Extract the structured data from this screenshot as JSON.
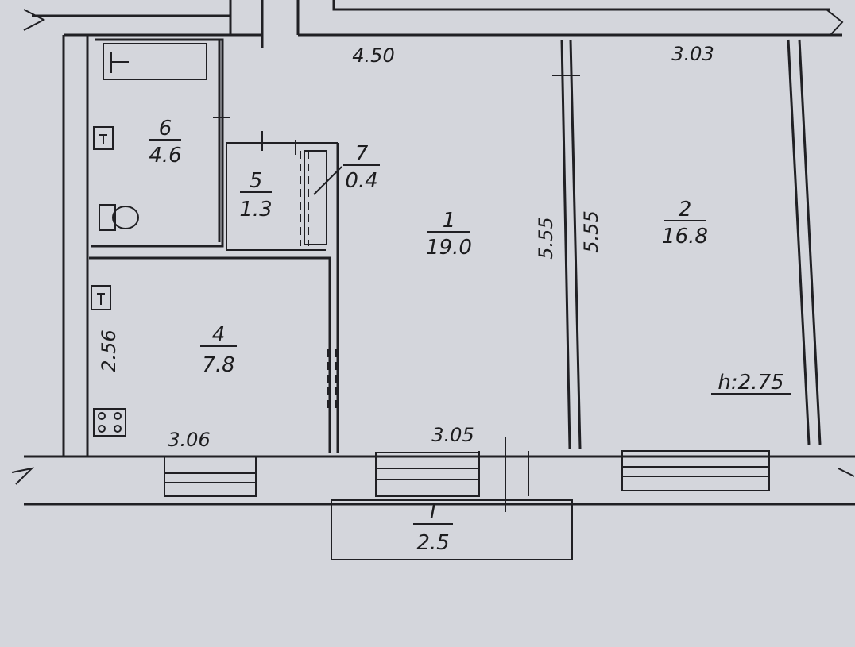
{
  "rooms": [
    {
      "number": "1",
      "area": "19.0"
    },
    {
      "number": "2",
      "area": "16.8"
    },
    {
      "number": "4",
      "area": "7.8"
    },
    {
      "number": "5",
      "area": "1.3"
    },
    {
      "number": "6",
      "area": "4.6"
    },
    {
      "number": "7",
      "area": "0.4"
    }
  ],
  "balcony": {
    "number": "I",
    "area": "2.5"
  },
  "dimensions": {
    "room1_top": "4.50",
    "room2_top": "3.03",
    "room1_height": "5.55",
    "room2_height": "5.55",
    "kitchen_height": "2.56",
    "kitchen_bottom": "3.06",
    "room1_bottom": "3.05"
  },
  "ceiling_height": "h:2.75",
  "colors": {
    "paper": "#d4d6dc",
    "ink": "#202024"
  }
}
